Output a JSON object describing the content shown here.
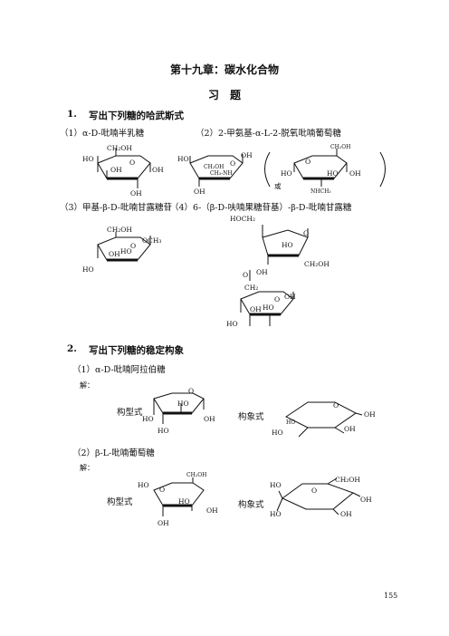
{
  "chapter_title": "第十九章：碳水化合物",
  "exercises_title": "习　题",
  "q1": {
    "num": "1.",
    "text": "写出下列糖的哈武斯式",
    "items": [
      "（1）α-D-吡喃半乳糖",
      "（2）2-甲氨基-α-L-2-脱氧吡喃葡萄糖",
      "（3）甲基-β-D-吡喃甘露糖苷",
      "（4）6-（β-D-呋喃果糖苷基）-β-D-吡喃甘露糖"
    ],
    "or": "或"
  },
  "q2": {
    "num": "2.",
    "text": "写出下列糖的稳定构象",
    "items": [
      "（1）α-D-吡喃阿拉伯糖",
      "（2）β-L-吡喃葡萄糖"
    ],
    "solution": "解：",
    "config_label": "构型式",
    "conform_label": "构象式"
  },
  "chem": {
    "O": "O",
    "OH": "OH",
    "HO": "HO",
    "CH2OH": "CH₂OH",
    "CH2": "CH₂",
    "HOCH2": "HOCH₂",
    "OCH3": "OCH₃",
    "NHCH3": "NHCH₃",
    "CH3NH": "CH₃-NH",
    "CH2OH_short": "CH₂OH"
  },
  "page_number": "155"
}
